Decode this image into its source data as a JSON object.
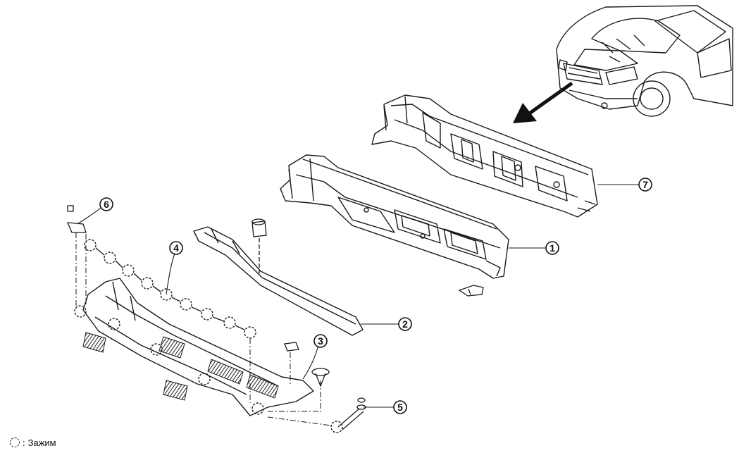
{
  "callouts": [
    {
      "id": "1",
      "label": "1"
    },
    {
      "id": "2",
      "label": "2"
    },
    {
      "id": "3",
      "label": "3"
    },
    {
      "id": "4",
      "label": "4"
    },
    {
      "id": "5",
      "label": "5"
    },
    {
      "id": "6",
      "label": "6"
    },
    {
      "id": "7",
      "label": "7"
    }
  ],
  "legend": {
    "symbol": "dashed-circle-icon",
    "separator": ":",
    "text": "Зажим"
  },
  "colors": {
    "line": "#1a1a1a",
    "hatch": "#333333",
    "background": "#ffffff"
  }
}
